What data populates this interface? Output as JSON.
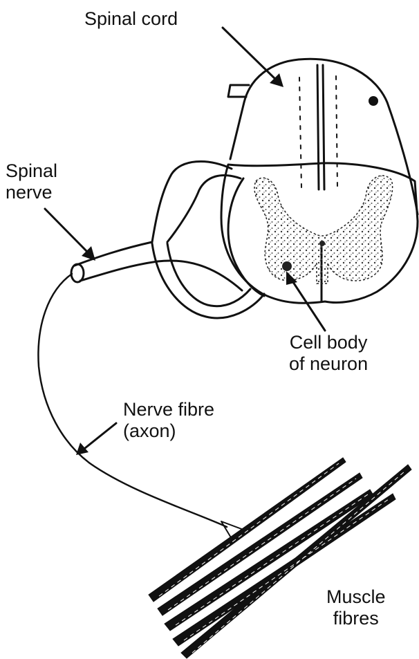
{
  "labels": {
    "spinal_cord": "Spinal cord",
    "spinal_nerve": [
      "Spinal",
      "nerve"
    ],
    "cell_body": [
      "Cell body",
      "of neuron"
    ],
    "nerve_fibre": [
      "Nerve fibre",
      "(axon)"
    ],
    "muscle_fibres": [
      "Muscle",
      "fibres"
    ]
  },
  "colors": {
    "ink": "#111111",
    "background": "#ffffff"
  }
}
